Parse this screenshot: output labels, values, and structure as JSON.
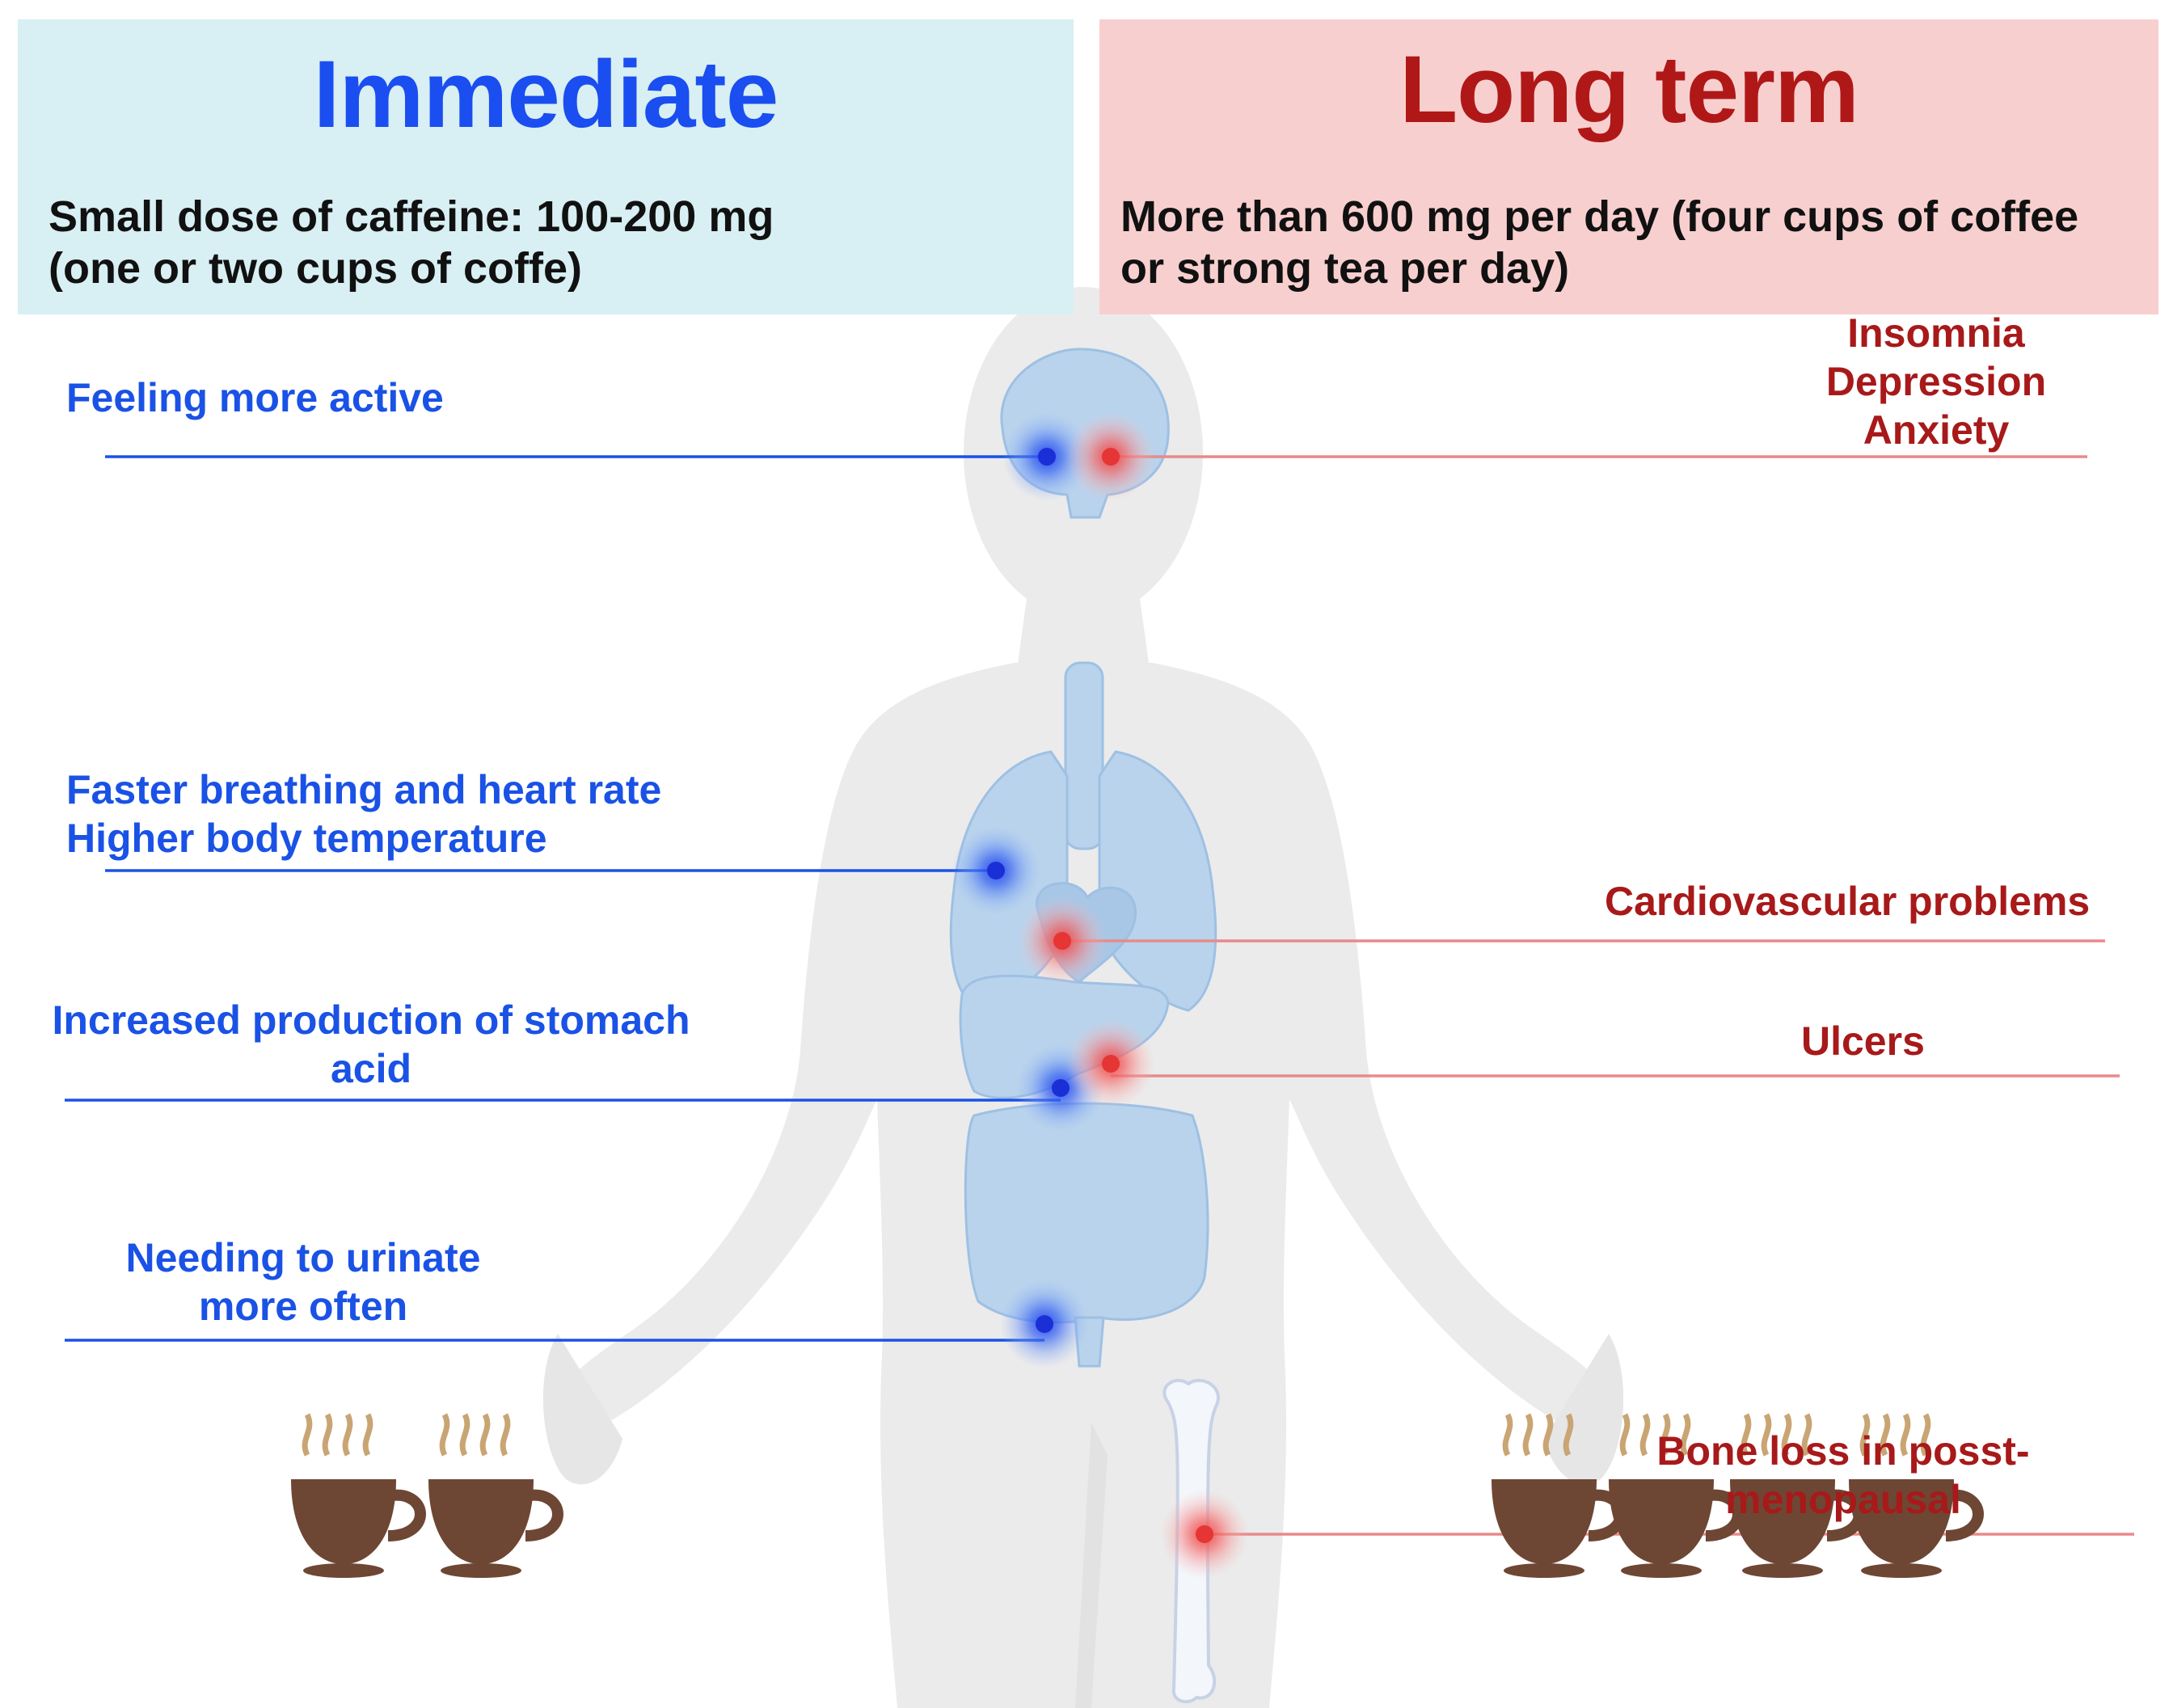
{
  "immediate": {
    "title": "Immediate",
    "desc_line1": "Small dose of caffeine: 100-200 mg",
    "desc_line2": "(one or two cups of coffe)",
    "effects": [
      {
        "lines": [
          "Feeling more active"
        ]
      },
      {
        "lines": [
          "Faster breathing and heart rate",
          "Higher body temperature"
        ]
      },
      {
        "lines": [
          "Increased production of stomach",
          "acid"
        ]
      },
      {
        "lines": [
          "Needing to urinate",
          "more often"
        ]
      }
    ],
    "cups": 2
  },
  "long_term": {
    "title": "Long term",
    "desc_line1": "More than 600 mg per day (four cups of coffee",
    "desc_line2": "or strong tea per day)",
    "effects": [
      {
        "lines": [
          "Insomnia",
          "Depression",
          "Anxiety"
        ]
      },
      {
        "lines": [
          "Cardiovascular problems"
        ]
      },
      {
        "lines": [
          "Ulcers"
        ]
      },
      {
        "lines": [
          "Bone loss in posst-",
          "menopausal"
        ]
      }
    ],
    "cups": 4
  },
  "colors": {
    "immediate_bg": "#d8eff3",
    "long_term_bg": "#f8cfcf",
    "immediate_text": "#1a52e6",
    "long_term_text": "#a8191a",
    "body_silhouette": "#ebebeb",
    "organs": "#b9d3ec",
    "cup": "#6e4634",
    "steam": "#c9a574"
  }
}
